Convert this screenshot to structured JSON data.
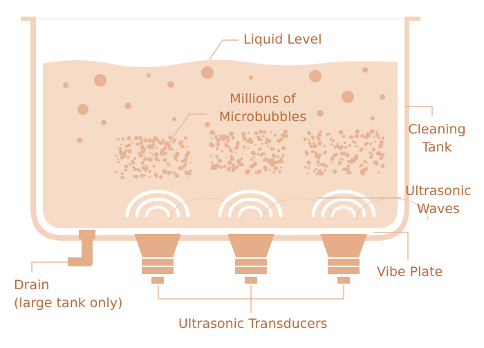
{
  "colors": {
    "tank_outline": "#f3d3bd",
    "liquid": "#f6dcc7",
    "bubble": "#e7b393",
    "transducer": "#e6ae88",
    "leader_line": "#eab895",
    "label_text": "#b86a3c",
    "wave": "#ffffff"
  },
  "labels": {
    "liquid_level": "Liquid Level",
    "microbubbles_line1": "Millions of",
    "microbubbles_line2": "Microbubbles",
    "cleaning_tank_line1": "Cleaning",
    "cleaning_tank_line2": "Tank",
    "ultrasonic_waves_line1": "Ultrasonic",
    "ultrasonic_waves_line2": "Waves",
    "vibe_plate": "Vibe Plate",
    "drain_line1": "Drain",
    "drain_line2": "(large tank only)",
    "transducers": "Ultrasonic Transducers"
  },
  "icons": [
    "tank-icon",
    "bubble-icon",
    "wave-icon",
    "transducer-icon",
    "drain-pipe-icon"
  ]
}
